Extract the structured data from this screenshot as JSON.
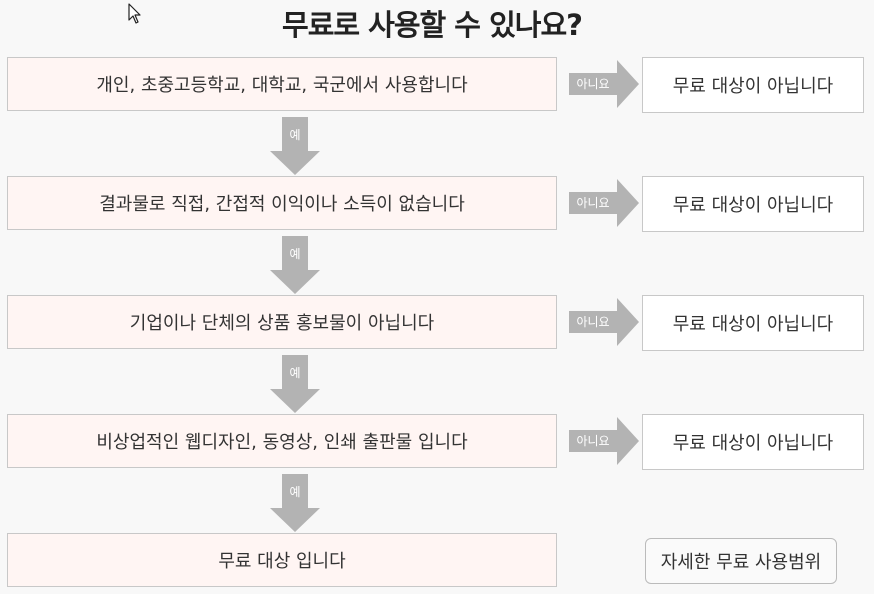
{
  "title": "무료로 사용할 수 있나요?",
  "yes_label": "예",
  "no_label": "아니요",
  "steps": [
    {
      "question": "개인, 초중고등학교, 대학교, 국군에서 사용합니다",
      "result": "무료 대상이 아닙니다"
    },
    {
      "question": "결과물로 직접, 간접적 이익이나 소득이 없습니다",
      "result": "무료 대상이 아닙니다"
    },
    {
      "question": "기업이나 단체의 상품 홍보물이 아닙니다",
      "result": "무료 대상이 아닙니다"
    },
    {
      "question": "비상업적인 웹디자인, 동영상, 인쇄 출판물 입니다",
      "result": "무료 대상이 아닙니다"
    }
  ],
  "final": "무료 대상 입니다",
  "detail_button": "자세한 무료 사용범위",
  "colors": {
    "arrow": "#b3b3b3",
    "question_bg": "#fff5f3",
    "result_bg": "#ffffff"
  }
}
